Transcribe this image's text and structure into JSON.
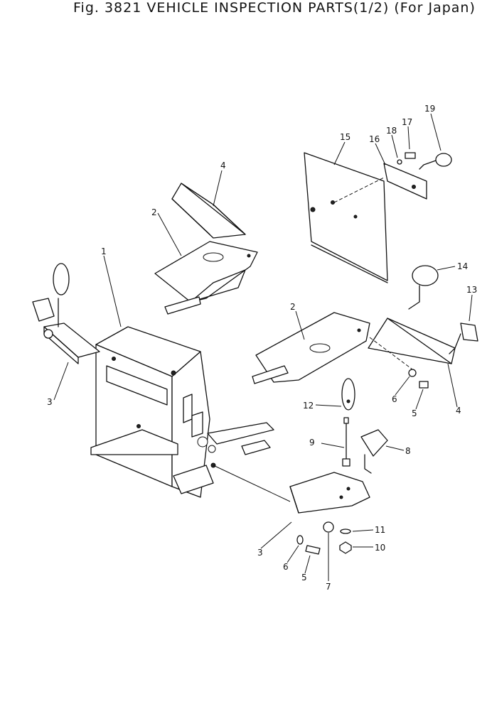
{
  "title": "Fig. 3821  VEHICLE INSPECTION PARTS(1/2) (For Japan)",
  "callouts": [
    "1",
    "2",
    "2",
    "3",
    "3",
    "4",
    "4",
    "5",
    "5",
    "6",
    "6",
    "7",
    "8",
    "9",
    "10",
    "11",
    "12",
    "13",
    "14",
    "15",
    "16",
    "17",
    "18",
    "19"
  ]
}
